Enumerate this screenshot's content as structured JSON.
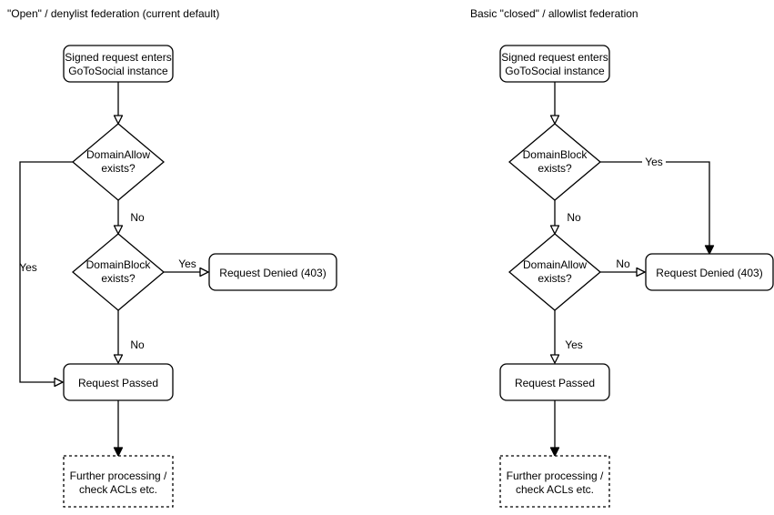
{
  "charts": {
    "left": {
      "title": "\"Open\" / denylist federation (current default)",
      "start_line1": "Signed request enters",
      "start_line2": "GoToSocial instance",
      "decision1_line1": "DomainAllow",
      "decision1_line2": "exists?",
      "decision1_no_label": "No",
      "decision1_yes_label": "Yes",
      "decision2_line1": "DomainBlock",
      "decision2_line2": "exists?",
      "decision2_yes_label": "Yes",
      "decision2_no_label": "No",
      "denied_label": "Request Denied (403)",
      "passed_label": "Request Passed",
      "further_line1": "Further processing /",
      "further_line2": "check ACLs etc."
    },
    "right": {
      "title": "Basic \"closed\" / allowlist federation",
      "start_line1": "Signed request enters",
      "start_line2": "GoToSocial instance",
      "decision1_line1": "DomainBlock",
      "decision1_line2": "exists?",
      "decision1_yes_label": "Yes",
      "decision1_no_label": "No",
      "decision2_line1": "DomainAllow",
      "decision2_line2": "exists?",
      "decision2_no_label": "No",
      "decision2_yes_label": "Yes",
      "denied_label": "Request Denied (403)",
      "passed_label": "Request Passed",
      "further_line1": "Further processing /",
      "further_line2": "check ACLs etc."
    },
    "colors": {
      "stroke": "#000000",
      "node_fill": "#ffffff",
      "text": "#000000",
      "background": "#ffffff"
    }
  }
}
